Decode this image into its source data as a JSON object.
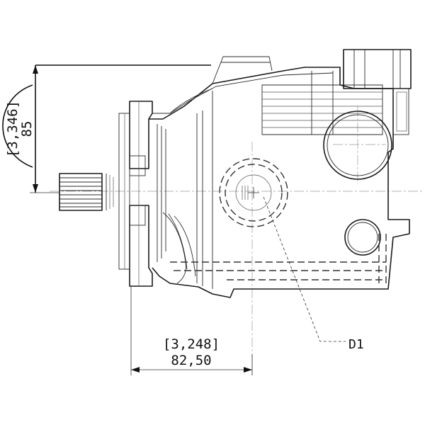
{
  "dimensions": {
    "vertical": {
      "inch": "[3,346]",
      "mm": "85"
    },
    "horizontal": {
      "inch": "[3,248]",
      "mm": "82,50"
    }
  },
  "callout": {
    "label": "D1"
  }
}
